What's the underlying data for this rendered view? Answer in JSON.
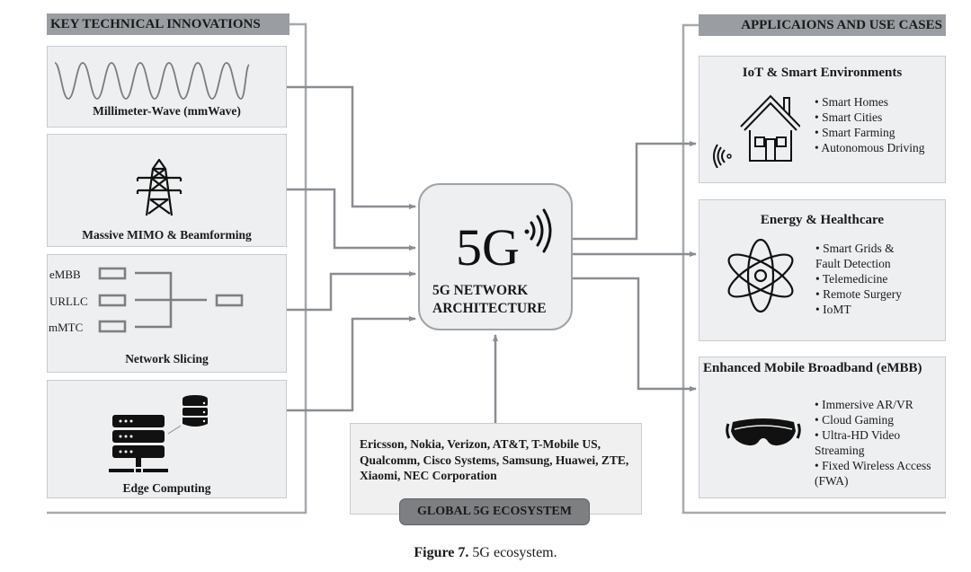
{
  "left_section": {
    "header": "KEY TECHNICAL INNOVATIONS",
    "cards": [
      {
        "label": "Millimeter-Wave (mmWave)",
        "icon": "sine-wave-icon"
      },
      {
        "label": "Massive MIMO & Beamforming",
        "icon": "transmission-tower-icon"
      },
      {
        "label": "Network Slicing",
        "icon": "network-slicing-icon",
        "slices": [
          "eMBB",
          "URLLC",
          "mMTC"
        ]
      },
      {
        "label": "Edge Computing",
        "icon": "server-database-icon"
      }
    ]
  },
  "core": {
    "logo_text": "5G",
    "logo_icon": "wireless-signal-icon",
    "label_line1": "5G NETWORK",
    "label_line2": "ARCHITECTURE"
  },
  "ecosystem": {
    "companies": "Ericsson, Nokia, Verizon, AT&T, T-Mobile US, Qualcomm, Cisco Systems, Samsung, Huawei, ZTE, Xiaomi, NEC Corporation",
    "badge": "GLOBAL 5G ECOSYSTEM"
  },
  "right_section": {
    "header": "APPLICAIONS AND USE CASES",
    "cards": [
      {
        "title": "IoT & Smart Environments",
        "icon": "smart-home-icon",
        "items": [
          "• Smart Homes",
          "• Smart Cities",
          "• Smart Farming",
          "• Autonomous Driving"
        ]
      },
      {
        "title": "Energy & Healthcare",
        "icon": "atom-icon",
        "items": [
          "• Smart Grids &",
          "Fault Detection",
          "• Telemedicine",
          "• Remote Surgery",
          "• IoMT"
        ]
      },
      {
        "title": "Enhanced Mobile Broadband (eMBB)",
        "icon": "vr-headset-icon",
        "items": [
          "• Immersive AR/VR",
          "• Cloud Gaming",
          "• Ultra-HD Video",
          "Streaming",
          "• Fixed Wireless Access",
          "(FWA)"
        ]
      }
    ]
  },
  "caption": {
    "prefix": "Figure 7.",
    "text": " 5G ecosystem."
  },
  "colors": {
    "header_bg": "#9a9ea3",
    "card_bg": "#eeeff1",
    "connector": "#8a8d91",
    "badge_bg": "#7d7f82"
  }
}
